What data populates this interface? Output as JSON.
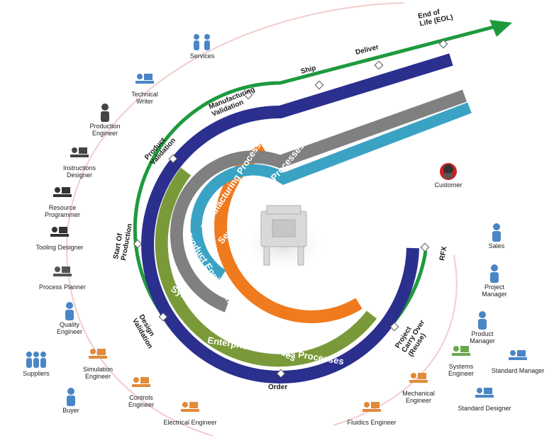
{
  "bands": {
    "enterprise": {
      "label": "Enterprise Business Processes",
      "color": "#2b2f8e"
    },
    "systems": {
      "label": "Systems Engineering Processes",
      "color": "#7a9a3a"
    },
    "product": {
      "label": "Product Engineering Processes",
      "color": "#f07a1e"
    },
    "manufacturing": {
      "label": "Manufacturing Processes",
      "color": "#808080"
    },
    "service": {
      "label": "Service & Support Processes",
      "color": "#3aa3c4"
    },
    "lifecycle": {
      "color": "#1e9a3e"
    }
  },
  "milestones": {
    "order": "Order",
    "design_validation": "Design\nValidation",
    "start_of_production": "Start Of\nProduction",
    "product_validation": "Product\nValidation",
    "manufacturing_validation": "Manufacturing\nValidation",
    "ship": "Ship",
    "deliver": "Deliver",
    "eol": "End of\nLife (EOL)",
    "rfx": "RFX",
    "carry_over": "Project\nCarry Over\n(Reuse)"
  },
  "roles": {
    "services": "Services",
    "technical_writer": "Technical\nWriter",
    "production_engineer": "Production\nEngineer",
    "instructions_designer": "Instructions\nDesigner",
    "resource_programmer": "Resource\nProgrammer",
    "tooling_designer": "Tooling Designer",
    "process_planner": "Process Planner",
    "quality_engineer": "Quality\nEngineer",
    "suppliers": "Suppliers",
    "simulation_engineer": "Simulation\nEngineer",
    "buyer": "Buyer",
    "controls_engineer": "Controls\nEngineer",
    "electrical_engineer": "Electrical Engineer",
    "fluidics_engineer": "Fluidics  Engineer",
    "mechanical_engineer": "Mechanical\nEngineer",
    "systems_engineer": "Systems\nEngineer",
    "standard_manager": "Standard Manager",
    "standard_designer": "Standard Designer",
    "product_manager": "Product\nManager",
    "project_manager": "Project\nManager",
    "sales": "Sales",
    "customer": "Customer"
  },
  "icons": {
    "person": "person-icon",
    "computer_user": "computer-user-icon",
    "group": "group-icon",
    "customer": "customer-icon",
    "machine": "machine-icon"
  },
  "colors": {
    "role_blue": "#4a86c5",
    "role_orange": "#e08a3a",
    "role_green": "#6aa84f",
    "role_dark": "#555555",
    "outer_curve": "#f2c6c6"
  }
}
